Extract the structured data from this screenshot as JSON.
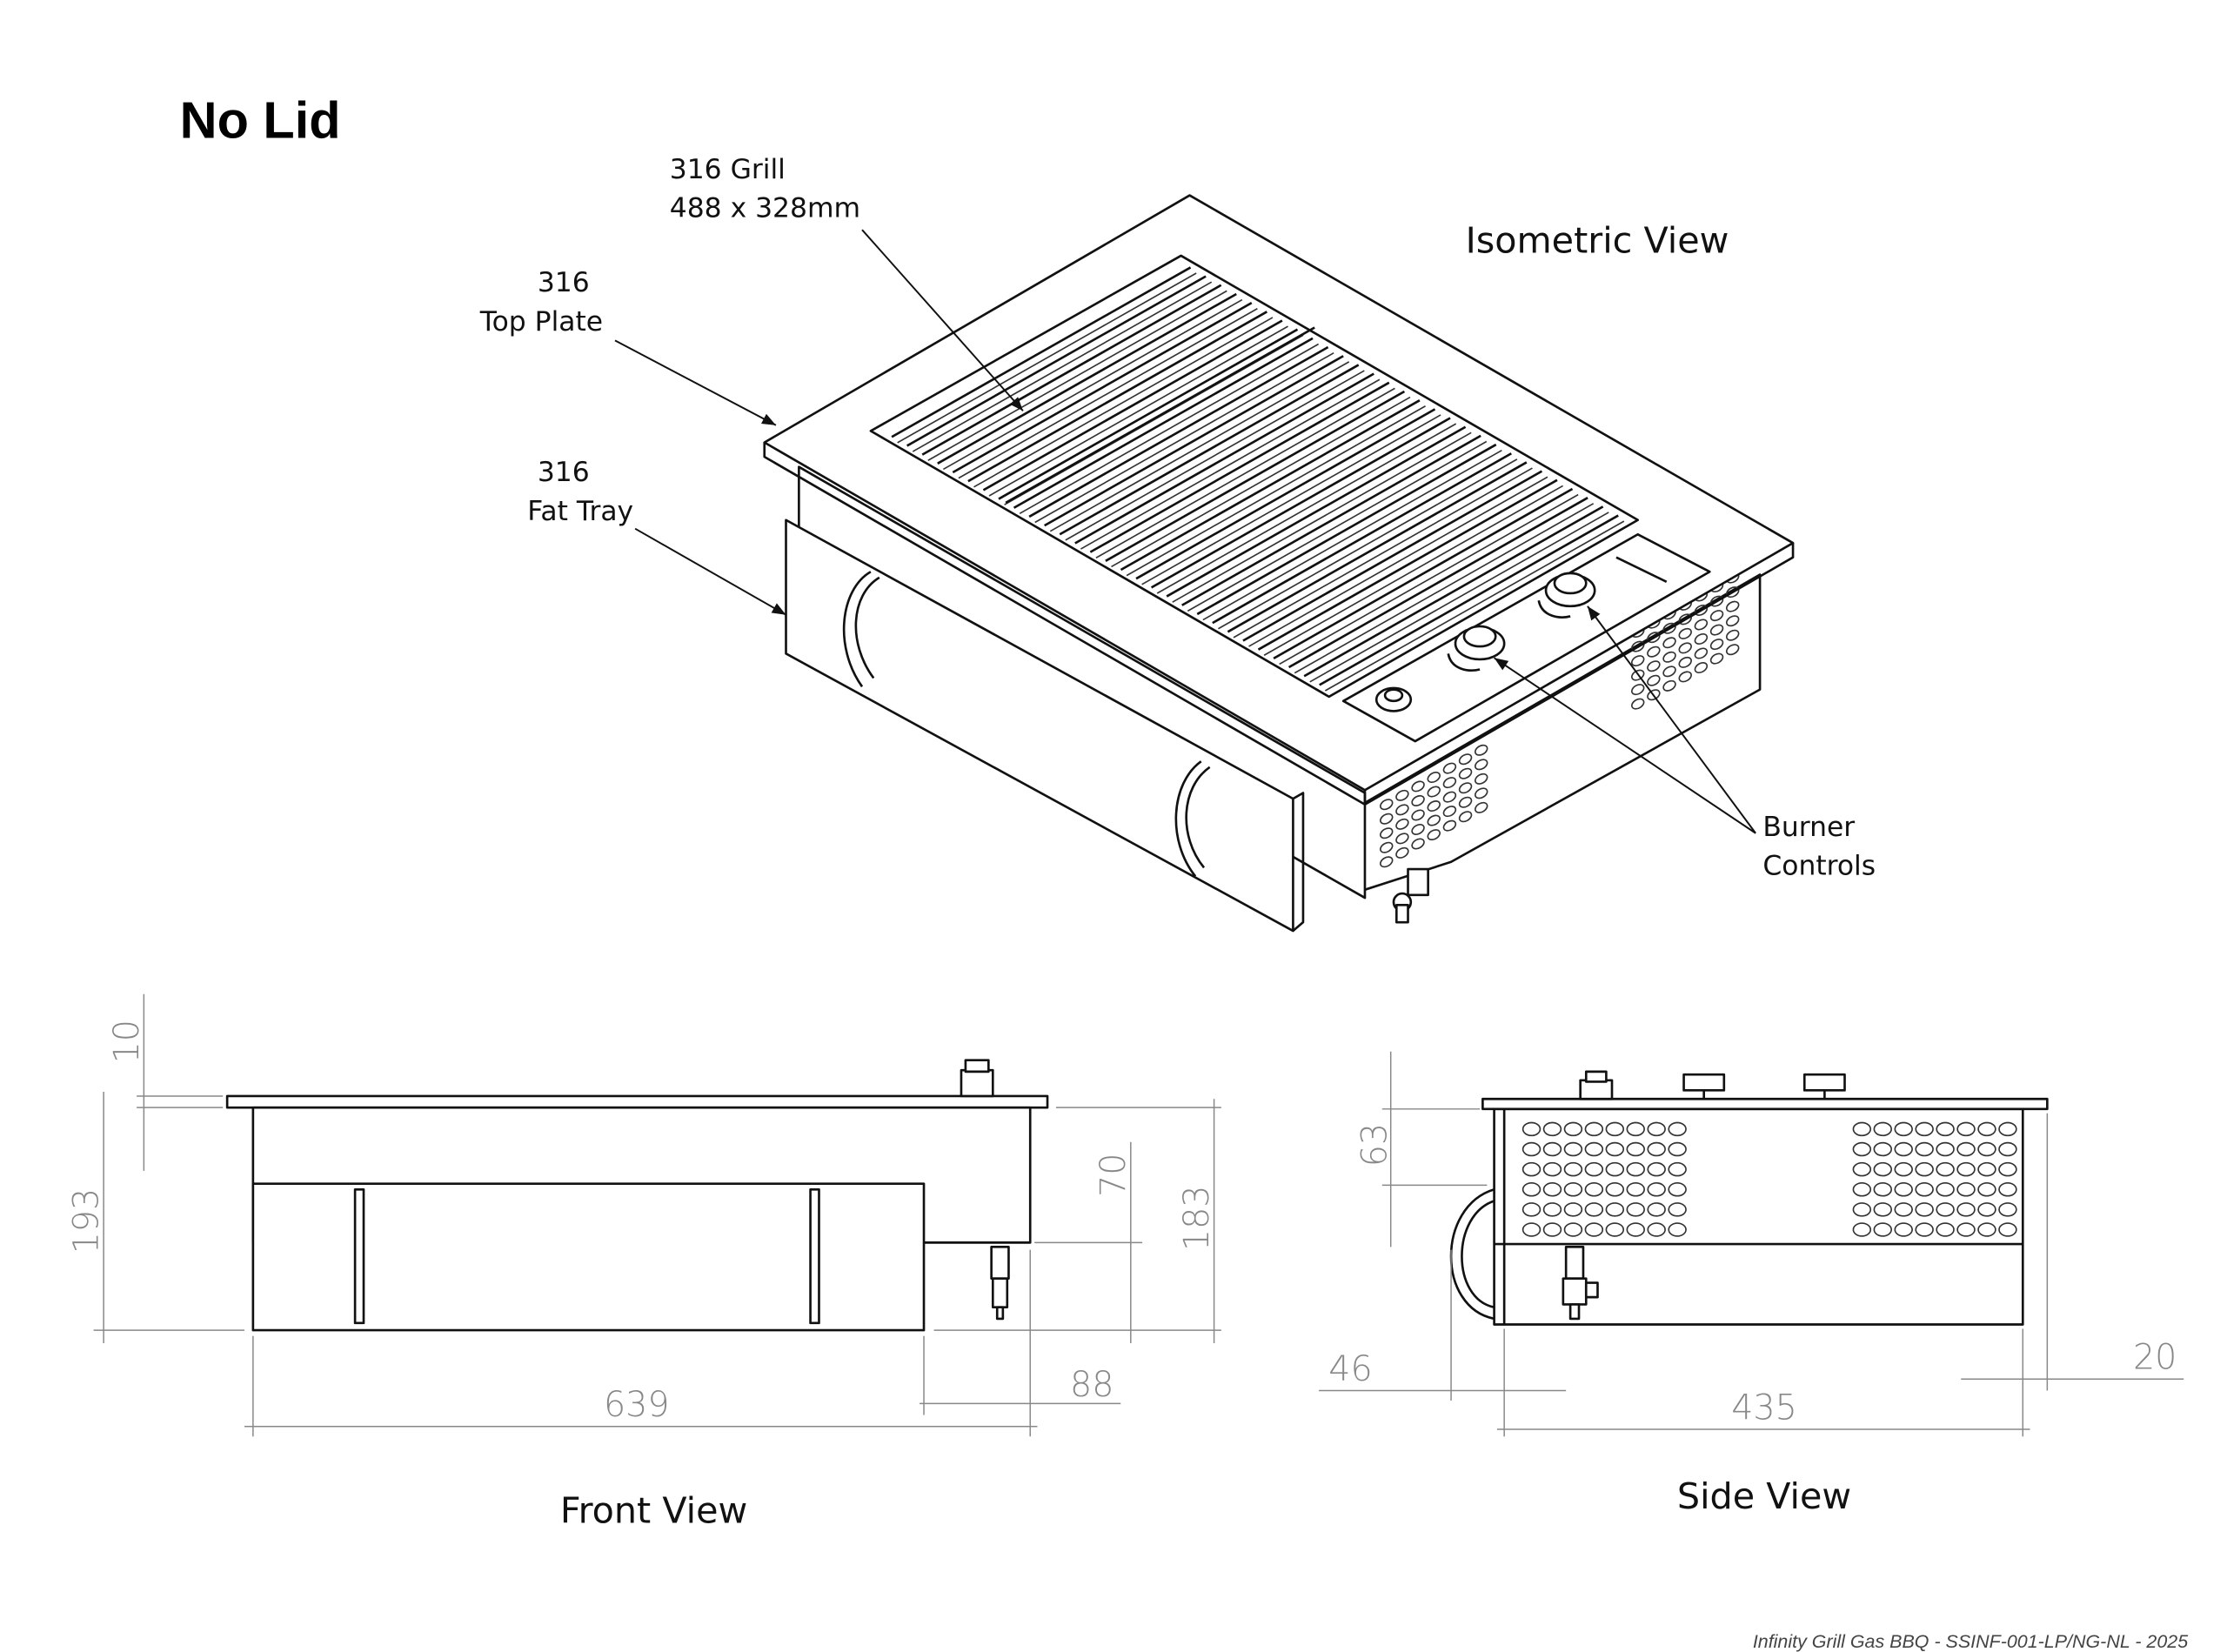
{
  "title": "No Lid",
  "isometric": {
    "view_label": "Isometric View",
    "callouts": {
      "grill_line1": "316 Grill",
      "grill_line2": "488 x 328mm",
      "top_plate_line1": "316",
      "top_plate_line2": "Top Plate",
      "fat_tray_line1": "316",
      "fat_tray_line2": "Fat Tray",
      "burner_line1": "Burner",
      "burner_line2": "Controls"
    }
  },
  "front_view": {
    "view_label": "Front View",
    "dimensions": {
      "plate_thickness": "10",
      "total_height": "193",
      "drop": "70",
      "body_height": "183",
      "width": "639",
      "offset": "88"
    }
  },
  "side_view": {
    "view_label": "Side View",
    "dimensions": {
      "top_gap": "63",
      "handle": "46",
      "depth": "435",
      "overhang": "20"
    }
  },
  "footer": "Infinity Grill Gas BBQ - SSINF-001-LP/NG-NL - 2025"
}
